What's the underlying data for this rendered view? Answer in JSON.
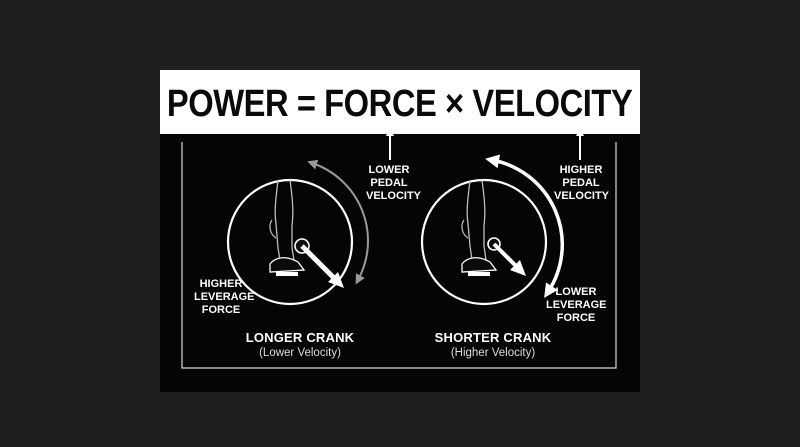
{
  "title": "POWER = FORCE × VELOCITY",
  "left": {
    "velocity_label": [
      "LOWER",
      "PEDAL",
      "VELOCITY"
    ],
    "force_label": [
      "HIGHER",
      "LEVERAGE",
      "FORCE"
    ],
    "caption": "LONGER CRANK",
    "subcaption": "(Lower Velocity)"
  },
  "right": {
    "velocity_label": [
      "HIGHER",
      "PEDAL",
      "VELOCITY"
    ],
    "force_label": [
      "LOWER",
      "LEVERAGE",
      "FORCE"
    ],
    "caption": "SHORTER CRANK",
    "subcaption": "(Higher Velocity)"
  },
  "colors": {
    "background": "#1f1f1f",
    "panel": "#050505",
    "title_bg": "#ffffff",
    "foreground": "#ffffff",
    "muted_arc": "#9a9a9a"
  },
  "icons": [
    "up-arrow-icon",
    "crank-arrow-icon",
    "rotation-arc-icon",
    "leg-silhouette-icon",
    "pedal-icon"
  ]
}
